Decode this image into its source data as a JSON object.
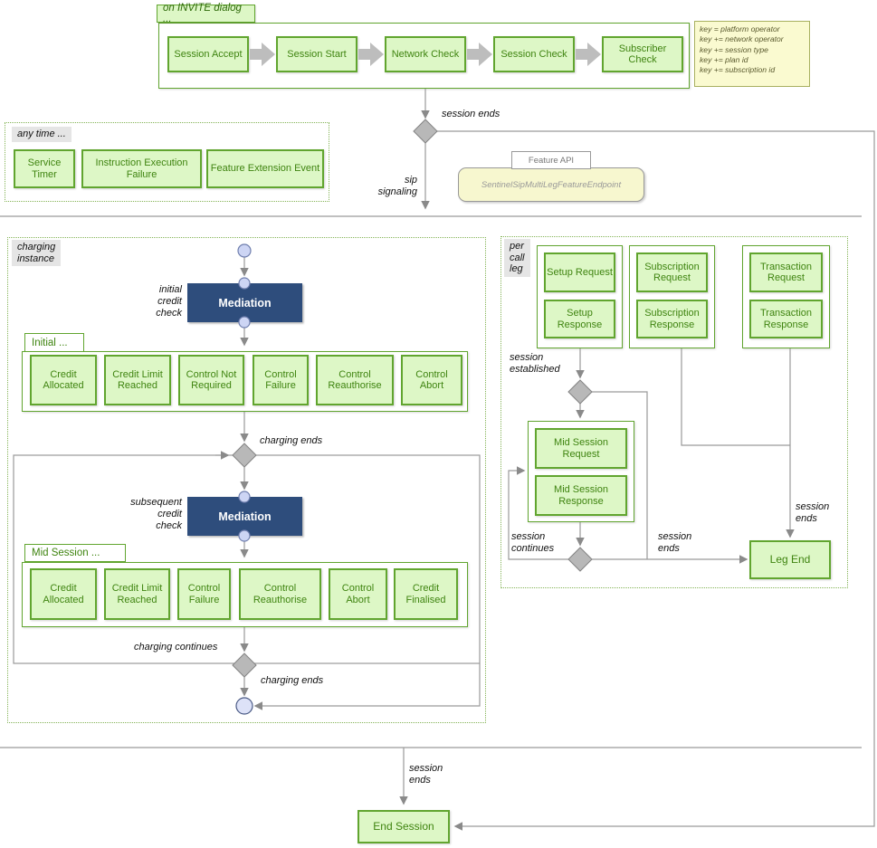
{
  "colors": {
    "node_fill": "#ddf7c6",
    "node_border": "#61a52f",
    "node_text": "#3f8410",
    "mediation_bg": "#2e4d7c",
    "mediation_text": "#ffffff",
    "note_fill": "#fafad0",
    "endpoint_fill": "#f7f7cf",
    "diamond_fill": "#b8b8b8",
    "connector": "#9a9a9a",
    "state_circle_fill": "#cdd5f4"
  },
  "invite": {
    "label": "on INVITE dialog ...",
    "steps": [
      "Session Accept",
      "Session Start",
      "Network Check",
      "Session Check",
      "Subscriber Check"
    ]
  },
  "key_note": {
    "lines": [
      "key = platform operator",
      "key += network operator",
      "key += session type",
      "key += plan id",
      "key += subscription id"
    ]
  },
  "any_time": {
    "label": "any time ...",
    "events": [
      "Service Timer",
      "Instruction Execution Failure",
      "Feature Extension Event"
    ]
  },
  "feature_api": {
    "label": "Feature API",
    "endpoint": "SentinelSipMultiLegFeatureEndpoint"
  },
  "flow": {
    "session_ends_top": "session ends",
    "sip_signaling": "sip\nsignaling",
    "session_ends_bottom": "session\nends",
    "end_session": "End Session"
  },
  "charging": {
    "label": "charging\ninstance",
    "initial_credit_check": "initial\ncredit\ncheck",
    "mediation": "Mediation",
    "initial_label": "Initial ...",
    "initial_events": [
      "Credit Allocated",
      "Credit Limit Reached",
      "Control Not Required",
      "Control Failure",
      "Control Reauthorise",
      "Control Abort"
    ],
    "charging_ends": "charging ends",
    "subsequent_credit_check": "subsequent\ncredit\ncheck",
    "mid_label": "Mid Session ...",
    "mid_events": [
      "Credit Allocated",
      "Credit Limit Reached",
      "Control Failure",
      "Control Reauthorise",
      "Control Abort",
      "Credit Finalised"
    ],
    "charging_continues": "charging continues"
  },
  "per_leg": {
    "label": "per\ncall\nleg",
    "columns": [
      [
        "Setup Request",
        "Setup Response"
      ],
      [
        "Subscription Request",
        "Subscription Response"
      ],
      [
        "Transaction Request",
        "Transaction Response"
      ]
    ],
    "session_established": "session\nestablished",
    "mid_events": [
      "Mid Session Request",
      "Mid Session Response"
    ],
    "session_continues": "session\ncontinues",
    "session_ends_mid": "session\nends",
    "session_ends_right": "session\nends",
    "leg_end": "Leg End"
  }
}
